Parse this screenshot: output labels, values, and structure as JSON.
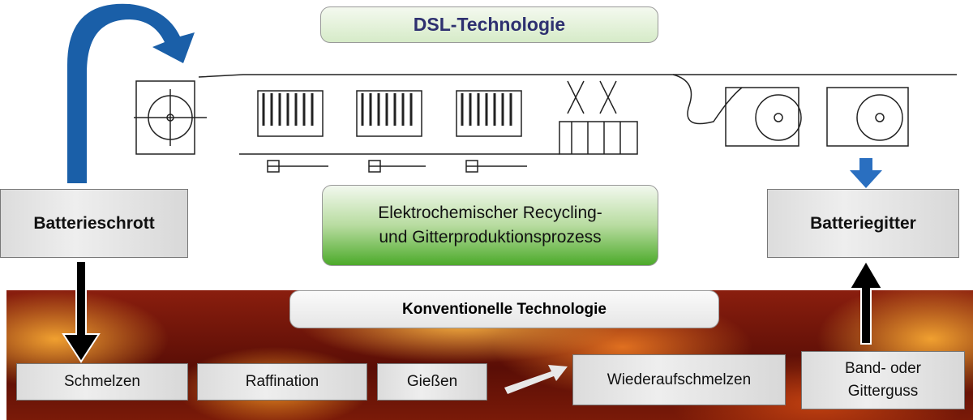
{
  "dsl": {
    "title": "DSL-Technologie",
    "process_line1": "Elektrochemischer Recycling-",
    "process_line2": "und Gitterproduktionsprozess"
  },
  "input_box": "Batterieschrott",
  "output_box": "Batteriegitter",
  "conventional": {
    "title": "Konventionelle Technologie",
    "steps": [
      "Schmelzen",
      "Raffination",
      "Gießen",
      "Wiederaufschmelzen"
    ],
    "final_line1": "Band- oder",
    "final_line2": "Gitterguss"
  },
  "colors": {
    "blue_arrow": "#1a5fa8",
    "title_text": "#2e3070",
    "green": "#4caa2a"
  }
}
